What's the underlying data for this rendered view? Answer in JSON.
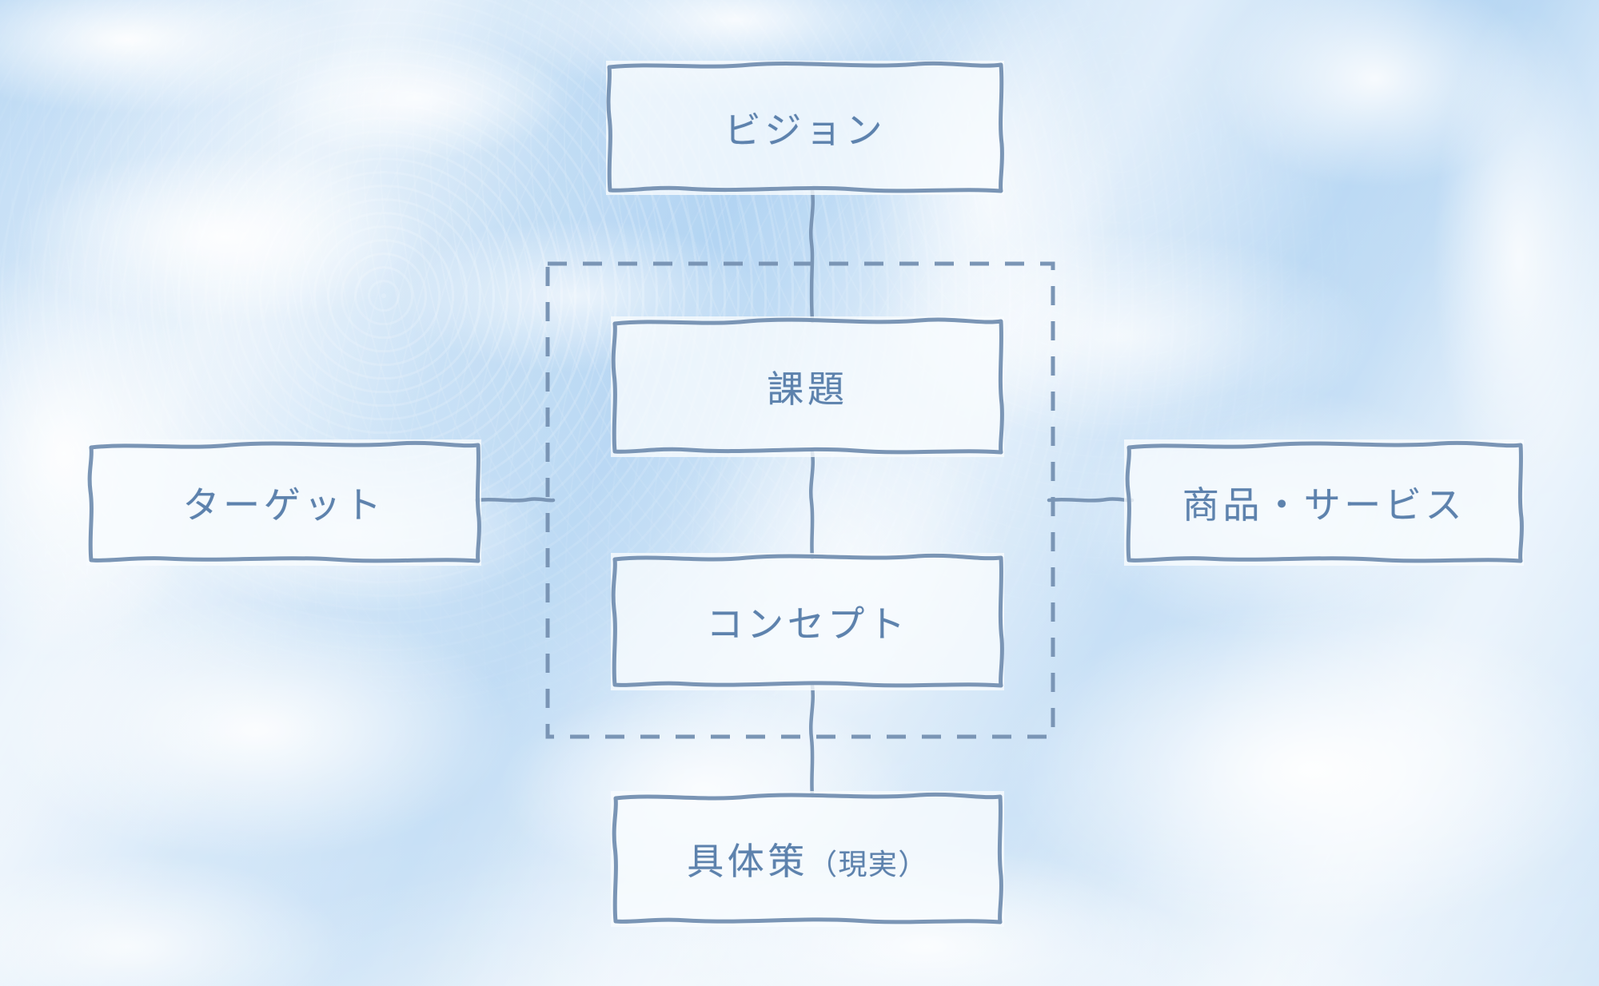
{
  "meta": {
    "title": "ビジョン・課題・コンセプト・具体策 図",
    "background": "water-surface-caustics",
    "palette": {
      "water_base": "#a9cff1",
      "water_highlight": "#ffffff",
      "box_fill": "#f8fbfe",
      "stroke": "#7994b4",
      "text": "#5d82ad"
    }
  },
  "diagram": {
    "type": "flow",
    "nodes": [
      {
        "id": "vision",
        "label": "ビジョン",
        "sub": ""
      },
      {
        "id": "kadai",
        "label": "課題",
        "sub": ""
      },
      {
        "id": "concept",
        "label": "コンセプト",
        "sub": ""
      },
      {
        "id": "gutaisaku",
        "label": "具体策",
        "sub": "（現実）"
      },
      {
        "id": "target",
        "label": "ターゲット",
        "sub": ""
      },
      {
        "id": "service",
        "label": "商品・サービス",
        "sub": ""
      }
    ],
    "group": {
      "id": "core-group",
      "style": "dashed",
      "members": [
        "kadai",
        "concept"
      ]
    },
    "edges": [
      {
        "from": "vision",
        "to": "kadai",
        "style": "solid",
        "direction": "vertical"
      },
      {
        "from": "kadai",
        "to": "concept",
        "style": "solid",
        "direction": "vertical"
      },
      {
        "from": "concept",
        "to": "gutaisaku",
        "style": "solid",
        "direction": "vertical"
      },
      {
        "from": "target",
        "to": "core-group",
        "style": "solid",
        "direction": "horizontal"
      },
      {
        "from": "core-group",
        "to": "service",
        "style": "solid",
        "direction": "horizontal"
      }
    ]
  }
}
